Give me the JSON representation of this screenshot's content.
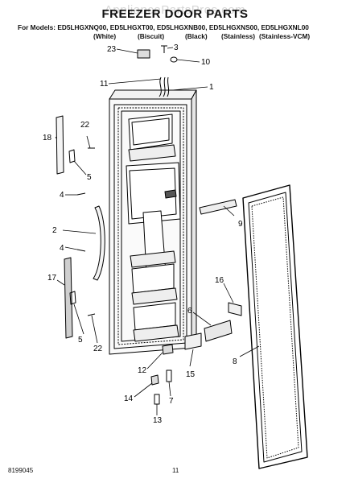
{
  "header": {
    "watermark": "AppliancePartsPros.com",
    "title": "FREEZER DOOR PARTS",
    "models_line": "For Models: ED5LHGXNQ00, ED5LHGXT00, ED5LHGXNB00, ED5LHGXNS00, ED5LHGXNL00",
    "variants": [
      "(White)",
      "(Biscuit)",
      "(Black)",
      "(Stainless)",
      "(Stainless-VCM)"
    ]
  },
  "callouts": {
    "c23": "23",
    "c3": "3",
    "c10": "10",
    "c11": "11",
    "c1": "1",
    "c22a": "22",
    "c18": "18",
    "c5a": "5",
    "c4a": "4",
    "c2": "2",
    "c9": "9",
    "c4b": "4",
    "c17": "17",
    "c16": "16",
    "c6": "6",
    "c5b": "5",
    "c22b": "22",
    "c8": "8",
    "c12": "12",
    "c15": "15",
    "c14": "14",
    "c7": "7",
    "c13": "13"
  },
  "footer": {
    "doc_number": "8199045",
    "page_number": "11"
  }
}
